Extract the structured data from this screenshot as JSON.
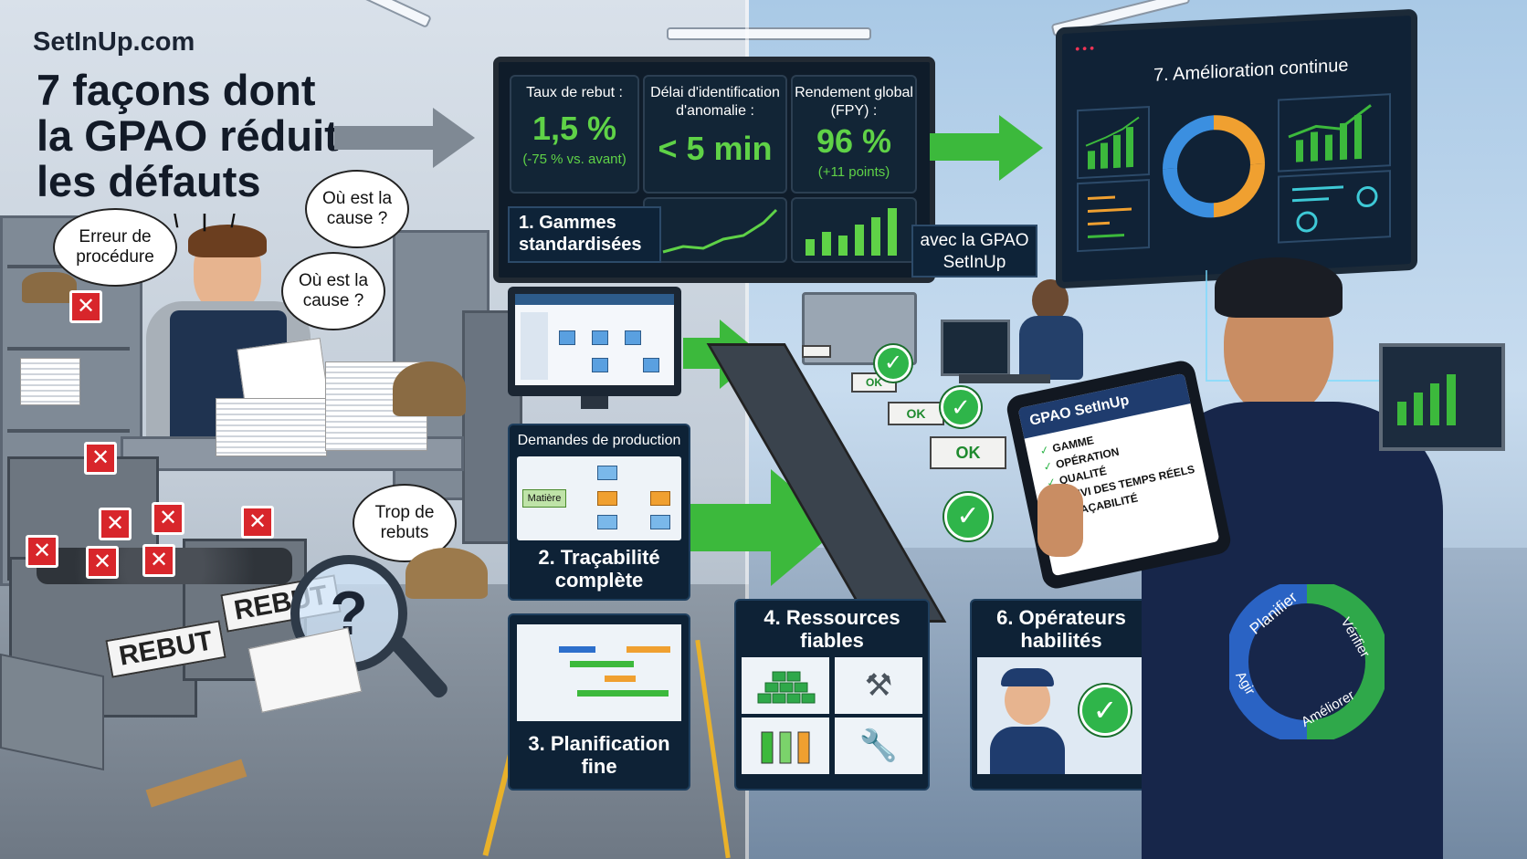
{
  "header": {
    "site": "SetInUp.com",
    "title_line1": "7 façons dont",
    "title_line2": "la GPAO réduit",
    "title_line3": "les défauts"
  },
  "left_scene": {
    "bubble_procedure": "Erreur de procédure",
    "bubble_cause1": "Où est la cause ?",
    "bubble_cause2": "Où est la cause ?",
    "bubble_rebuts": "Trop de rebuts",
    "bin_label1": "REBUT",
    "bin_label2": "REBUT",
    "question": "?"
  },
  "dashboard": {
    "kpis": [
      {
        "label": "Taux de rebut :",
        "value": "1,5 %",
        "sub": "(-75 % vs. avant)"
      },
      {
        "label": "Délai d'identification d'anomalie :",
        "value": "< 5 min",
        "sub": ""
      },
      {
        "label": "Rendement global (FPY) :",
        "value": "96 %",
        "sub": "(+11 points)"
      }
    ]
  },
  "steps": {
    "s1": "1. Gammes standardisées",
    "s2_header": "Demandes de production",
    "s2_node": "Matière",
    "s2": "2. Traçabilité complète",
    "s3": "3. Planification fine",
    "s4": "4. Ressources fiables",
    "s6": "6. Opérateurs habilités",
    "s7": "7. Amélioration continue"
  },
  "avec": "avec la GPAO SetInUp",
  "conveyor": {
    "ok_labels": [
      "OK",
      "OK",
      "OK"
    ]
  },
  "tablet": {
    "title": "GPAO SetInUp",
    "items": [
      "GAMME",
      "OPÉRATION",
      "QUALITÉ",
      "SUIVI DES TEMPS RÉELS",
      "TRAÇABILITÉ"
    ]
  },
  "pdca": {
    "planifier": "Planifier",
    "verifier": "Vérifier",
    "agir": "Agir",
    "ameliorer": "Améliorer"
  },
  "colors": {
    "green_accent": "#5fd247",
    "arrow_green": "#3cb93c",
    "reject_red": "#d8262b",
    "panel_navy": "#0e2236"
  }
}
